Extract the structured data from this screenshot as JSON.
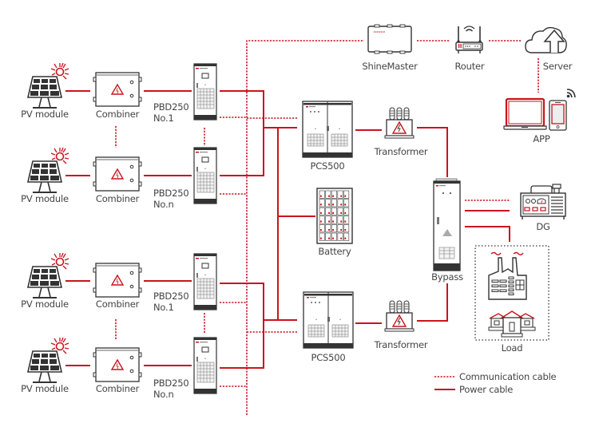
{
  "colors": {
    "accent": "#c8141e",
    "outline": "#333333",
    "text": "#444444",
    "background": "#ffffff"
  },
  "nodes": {
    "pv_modules": [
      {
        "label": "PV module"
      },
      {
        "label": "PV module"
      },
      {
        "label": "PV module"
      },
      {
        "label": "PV module"
      }
    ],
    "combiners": [
      {
        "label": "Combiner"
      },
      {
        "label": "Combiner"
      },
      {
        "label": "Combiner"
      },
      {
        "label": "Combiner"
      }
    ],
    "pbd250": [
      {
        "model": "PBD250",
        "number": "No.1"
      },
      {
        "model": "PBD250",
        "number": "No.n"
      },
      {
        "model": "PBD250",
        "number": "No.1"
      },
      {
        "model": "PBD250",
        "number": "No.n"
      }
    ],
    "pcs": [
      {
        "label": "PCS500"
      },
      {
        "label": "PCS500"
      }
    ],
    "battery": {
      "label": "Battery"
    },
    "transformers": [
      {
        "label": "Transformer"
      },
      {
        "label": "Transformer"
      }
    ],
    "bypass": {
      "label": "Bypass"
    },
    "dg": {
      "label": "DG"
    },
    "load": {
      "label": "Load"
    },
    "shinemaster": {
      "label": "ShineMaster"
    },
    "router": {
      "label": "Router"
    },
    "server": {
      "label": "Server"
    },
    "app": {
      "label": "APP"
    }
  },
  "legend": {
    "items": [
      {
        "label": "Communication cable",
        "style": "dotted"
      },
      {
        "label": "Power cable",
        "style": "solid"
      }
    ]
  },
  "icons": {
    "pv": "solar-panel-icon",
    "combiner": "combiner-box-icon",
    "pbd": "dc-converter-cabinet-icon",
    "pcs": "pcs-cabinet-icon",
    "battery": "battery-rack-icon",
    "transformer": "transformer-icon",
    "bypass": "bypass-cabinet-icon",
    "dg": "diesel-generator-icon",
    "load": "factory-and-house-icon",
    "shinemaster": "datalogger-icon",
    "router": "wifi-router-icon",
    "server": "cloud-upload-icon",
    "app": "laptop-and-phone-icon"
  }
}
